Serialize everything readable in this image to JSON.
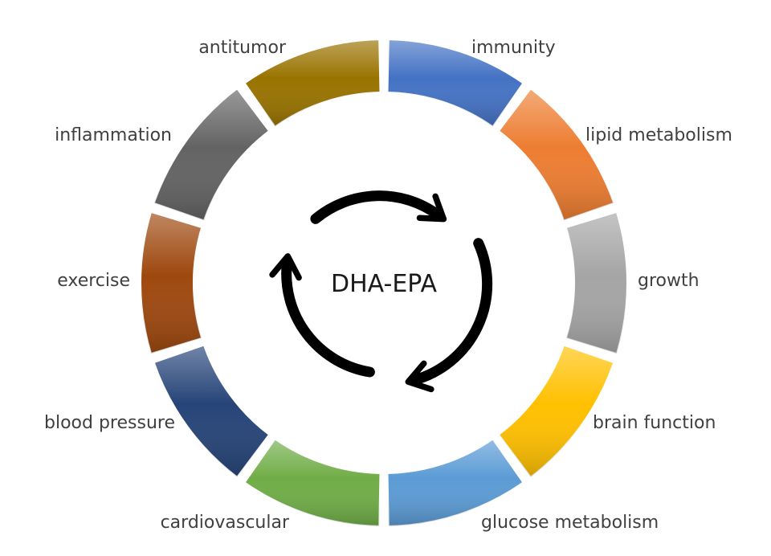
{
  "center": {
    "label": "DHA-EPA"
  },
  "segments": [
    {
      "label": "immunity",
      "color": "#4472C4"
    },
    {
      "label": "lipid metabolism",
      "color": "#ED7D31"
    },
    {
      "label": "growth",
      "color": "#A5A5A5"
    },
    {
      "label": "brain function",
      "color": "#FFC000"
    },
    {
      "label": "glucose metabolism",
      "color": "#5B9BD5"
    },
    {
      "label": "cardiovascular",
      "color": "#70AD47"
    },
    {
      "label": "blood pressure",
      "color": "#264478"
    },
    {
      "label": "exercise",
      "color": "#9E480E"
    },
    {
      "label": "inflammation",
      "color": "#636363"
    },
    {
      "label": "antitumor",
      "color": "#997300"
    }
  ]
}
